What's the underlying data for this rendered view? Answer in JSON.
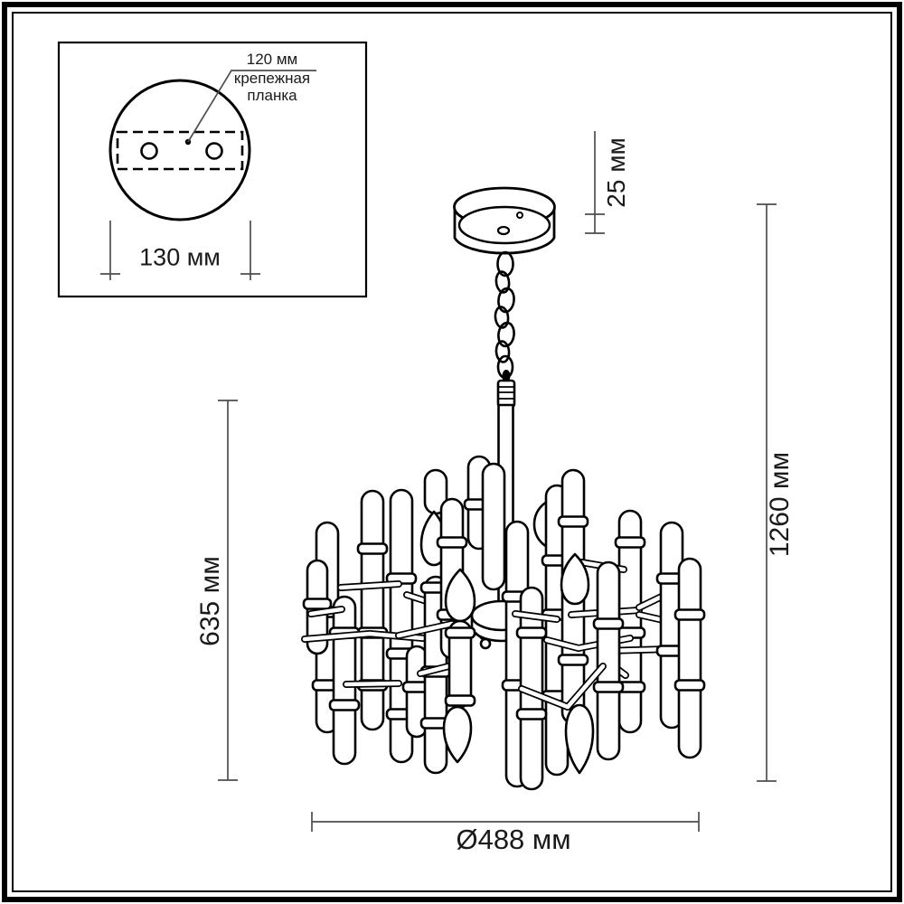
{
  "inset_panel": {
    "bar_offset_label": "120 мм",
    "bar_caption_line1": "крепежная",
    "bar_caption_line2": "планка",
    "plate_diameter_label": "130 мм"
  },
  "main_drawing": {
    "canopy_height_label": "25 мм",
    "overall_height_label": "1260 мм",
    "body_height_label": "635 мм",
    "body_diameter_label": "Ø488 мм"
  },
  "colors": {
    "ink": "#000000",
    "dimension_line": "#4d4d4d",
    "background": "#ffffff"
  }
}
